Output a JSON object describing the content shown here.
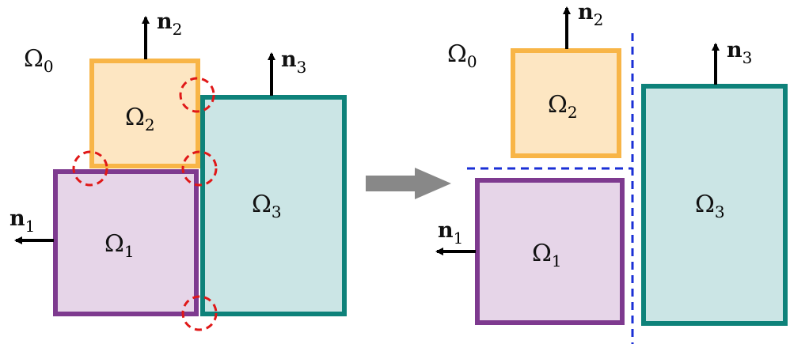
{
  "colors": {
    "omega1_fill": "#e6d5e8",
    "omega1_stroke": "#7e3a8f",
    "omega2_fill": "#fde6c2",
    "omega2_stroke": "#f8b547",
    "omega3_fill": "#cbe5e5",
    "omega3_stroke": "#0e827a",
    "circle": "#e01818",
    "dashed_line": "#1a2fd6",
    "arrow_main": "#888888",
    "normal_arrow": "#000000"
  },
  "labels": {
    "omega0": {
      "sym": "Ω",
      "sub": "0"
    },
    "omega1": {
      "sym": "Ω",
      "sub": "1"
    },
    "omega2": {
      "sym": "Ω",
      "sub": "2"
    },
    "omega3": {
      "sym": "Ω",
      "sub": "3"
    },
    "n1": {
      "sym": "n",
      "sub": "1"
    },
    "n2": {
      "sym": "n",
      "sub": "2"
    },
    "n3": {
      "sym": "n",
      "sub": "3"
    }
  }
}
